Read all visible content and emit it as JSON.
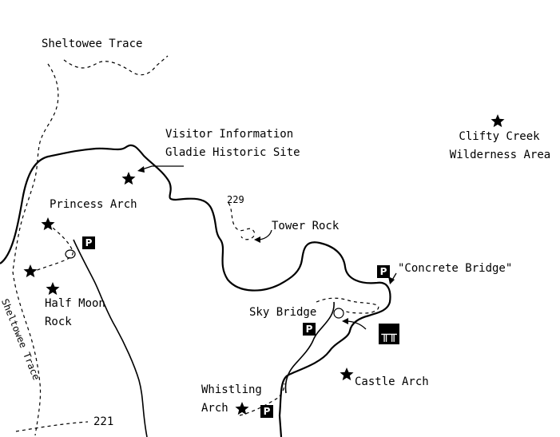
{
  "labels": {
    "sheltowee_top": "Sheltowee Trace",
    "sheltowee_side": "Sheltowee Trace",
    "visitor_line1": "Visitor Information",
    "visitor_line2": "Gladie Historic Site",
    "clifty_line1": "Clifty Creek",
    "clifty_line2": "Wilderness Area",
    "route_229": "229",
    "tower_rock": "Tower Rock",
    "princess_arch": "Princess Arch",
    "half_moon_line1": "Half Moon",
    "half_moon_line2": "Rock",
    "concrete_bridge": "\"Concrete Bridge\"",
    "sky_bridge": "Sky Bridge",
    "castle_arch": "Castle Arch",
    "whistling_line1": "Whistling",
    "whistling_line2": "Arch",
    "route_221": "221"
  },
  "symbols": {
    "parking_letter": "P",
    "picnic_glyph": "╥╥"
  },
  "icons": {
    "star": "star-icon",
    "parking": "parking-icon",
    "picnic": "picnic-area-icon"
  },
  "colors": {
    "ink": "#000000",
    "background": "#ffffff"
  }
}
